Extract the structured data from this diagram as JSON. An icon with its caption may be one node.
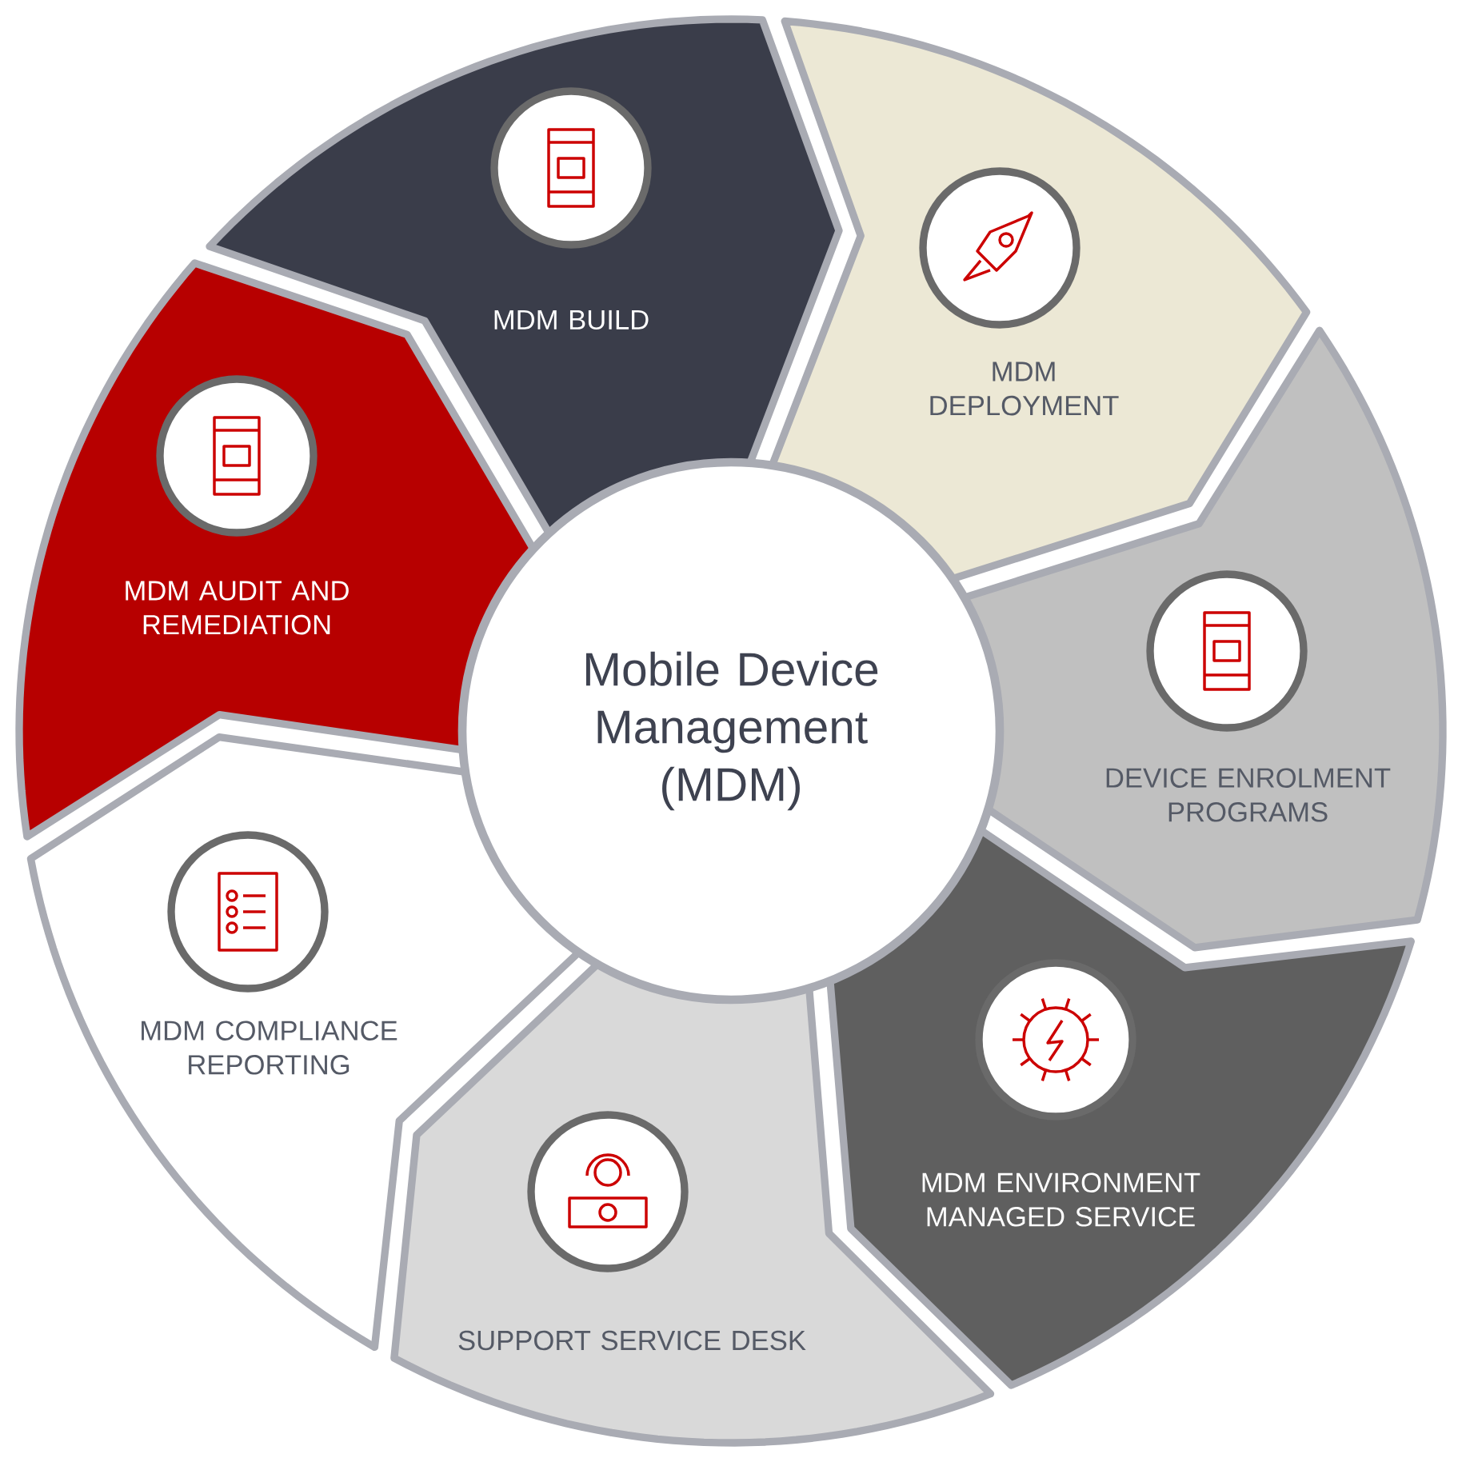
{
  "diagram": {
    "nodes": [
      {
        "text": [
          "Mobile Device Management (MDM)"
        ]
      },
      {
        "text": [
          "MDM BUILD"
        ]
      },
      {
        "text": [
          "MDM DEPLOYMENT"
        ]
      },
      {
        "text": [
          "DEVICE ENROLMENT PROGRAMS"
        ]
      },
      {
        "text": [
          "MDM ENVIRONMENT MANAGED SERVICE"
        ]
      },
      {
        "text": [
          "SUPPORT SERVICE DESK"
        ]
      },
      {
        "text": [
          "MDM COMPLIANCE REPORTING"
        ]
      },
      {
        "text": [
          "MDM AUDIT AND REMEDIATION"
        ]
      }
    ]
  }
}
